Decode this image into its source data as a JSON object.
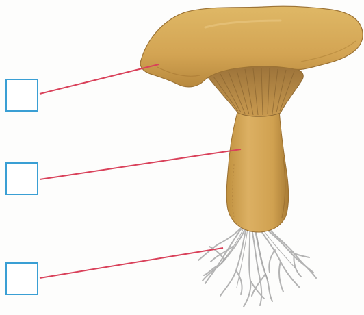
{
  "diagram": {
    "subject": "mushroom-structure",
    "parts": [
      {
        "id": "cap",
        "answer": ""
      },
      {
        "id": "stem",
        "answer": ""
      },
      {
        "id": "mycelium",
        "answer": ""
      }
    ],
    "colors": {
      "mushroom_body": "#d7aa5a",
      "mushroom_shadow": "#a67a37",
      "gills": "#b58a45",
      "mycelium": "#b8b8b8",
      "leader_line": "#d9415a",
      "answer_box_border": "#3a9fd4"
    }
  }
}
